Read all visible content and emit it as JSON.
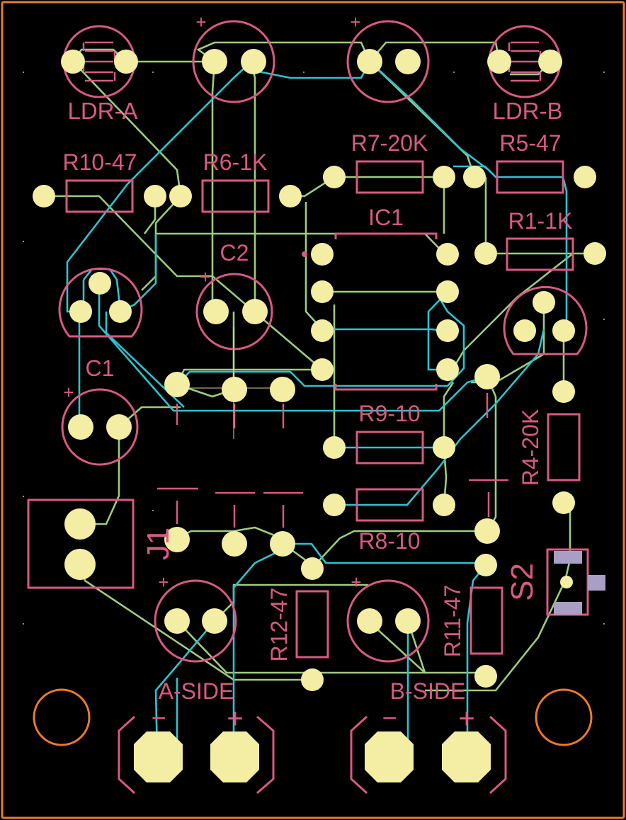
{
  "board": {
    "colors": {
      "background": "#000000",
      "edge_cuts": "#ee7a2a",
      "silkscreen": "#d85a82",
      "pads": "#f4eea4",
      "trace_back": "#2ec3cf",
      "trace_front": "#9dcc7e",
      "switch_pad": "#a99ec4"
    }
  },
  "labels": {
    "ldr_a": "LDR-A",
    "ldr_b": "LDR-B",
    "r10": "R10-47",
    "r6": "R6-1K",
    "r7": "R7-20K",
    "r5": "R5-47",
    "ic1": "IC1",
    "r1": "R1-1K",
    "c2": "C2",
    "c1": "C1",
    "r9": "R9-10",
    "r8": "R8-10",
    "r4": "R4-20K",
    "j1": "J1",
    "s2": "S2",
    "r12": "R12-47",
    "r11": "R11-47",
    "a_side": "A-SIDE",
    "b_side": "B-SIDE"
  },
  "polarity": {
    "plus": "+",
    "minus": "−"
  }
}
